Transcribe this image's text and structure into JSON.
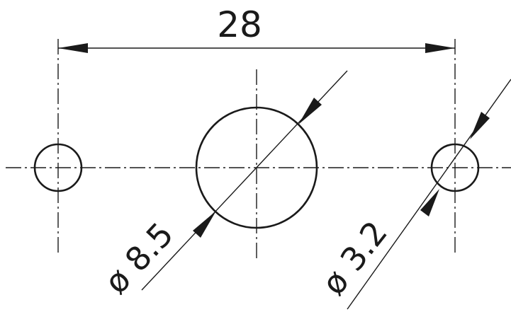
{
  "dimensions": {
    "spacing": {
      "text": "28"
    },
    "large_hole_diameter": {
      "text": "ø 8.5"
    },
    "small_hole_diameter": {
      "text": "ø 3.2"
    }
  },
  "colors": {
    "line": "#1a1a1a",
    "background": "#ffffff"
  }
}
